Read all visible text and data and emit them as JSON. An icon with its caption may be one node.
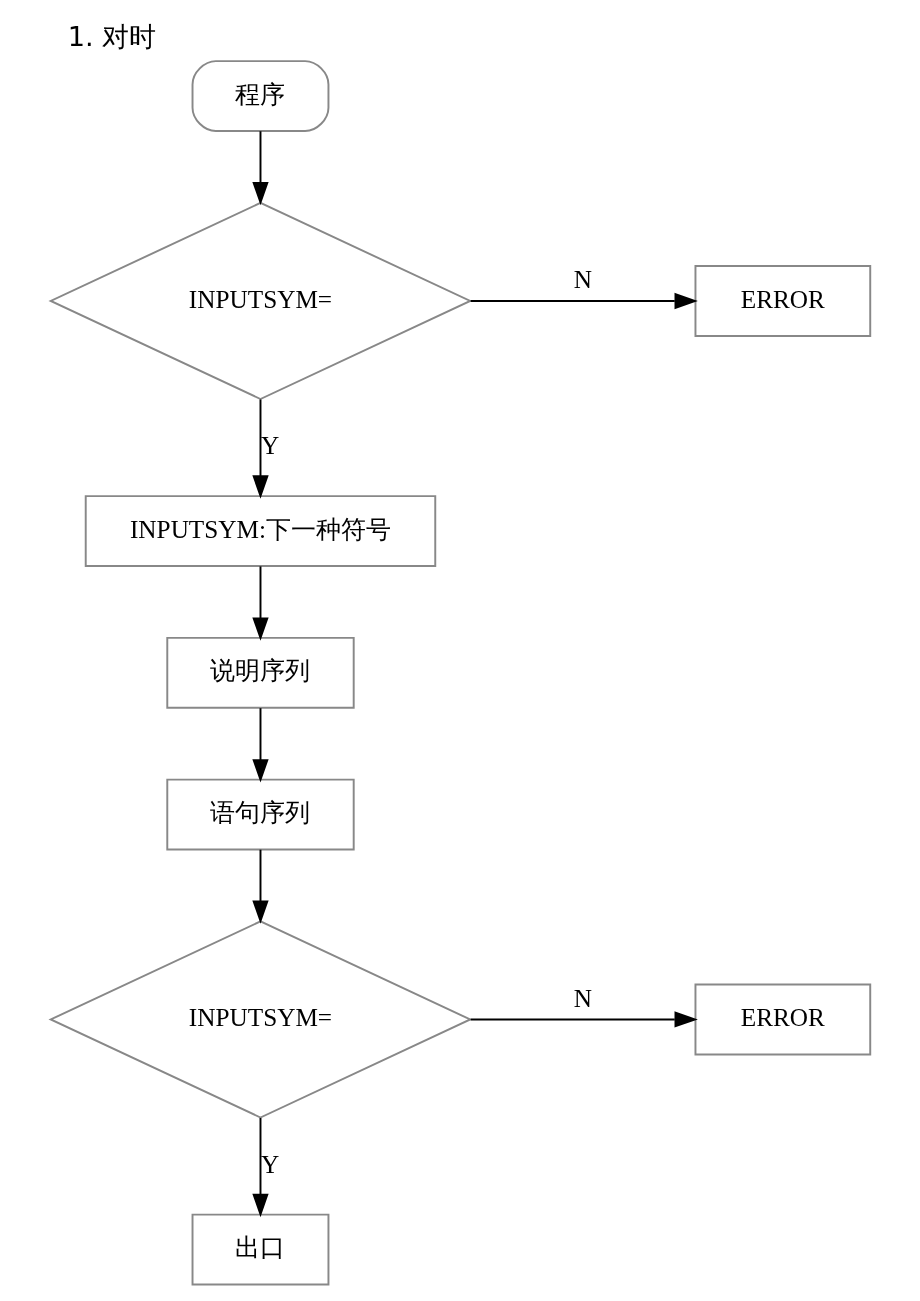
{
  "diagram": {
    "title": "1. 对时",
    "nodes": [
      {
        "text": [
          "程序"
        ]
      },
      {
        "text": [
          "INPUTSYM="
        ]
      },
      {
        "text": [
          "ERROR"
        ]
      },
      {
        "text": [
          "INPUTSYM:下一种符号"
        ]
      },
      {
        "text": [
          "说明序列"
        ]
      },
      {
        "text": [
          "语句序列"
        ]
      },
      {
        "text": [
          "INPUTSYM="
        ]
      },
      {
        "text": [
          "ERROR"
        ]
      },
      {
        "text": [
          "出口"
        ]
      }
    ],
    "edges": [
      {
        "from": 0,
        "to": 1,
        "arrow": "to"
      },
      {
        "from": 1,
        "to": 2,
        "arrow": "to",
        "label": "N"
      },
      {
        "from": 1,
        "to": 3,
        "arrow": "to",
        "label": "Y"
      },
      {
        "from": 3,
        "to": 4,
        "arrow": "to"
      },
      {
        "from": 4,
        "to": 5,
        "arrow": "to"
      },
      {
        "from": 5,
        "to": 6,
        "arrow": "to"
      },
      {
        "from": 6,
        "to": 7,
        "arrow": "to",
        "label": "N"
      },
      {
        "from": 6,
        "to": 8,
        "arrow": "to",
        "label": "Y"
      }
    ]
  }
}
